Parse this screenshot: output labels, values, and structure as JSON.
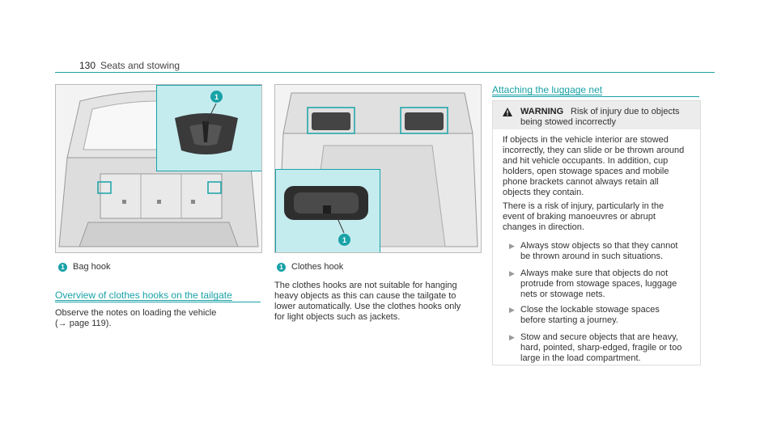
{
  "header": {
    "page_number": "130",
    "title": "Seats and stowing"
  },
  "figure1": {
    "callout": "1"
  },
  "figure2": {
    "callout": "1"
  },
  "left_col": {
    "legend_num": "1",
    "legend_text": "Bag hook",
    "heading": "Overview of clothes hooks on the tailgate",
    "body_line1": "Observe the notes on loading the vehicle",
    "body_line2": "(→ page 119)."
  },
  "mid_col": {
    "legend_num": "1",
    "legend_text": "Clothes hook",
    "body": [
      "The clothes hooks are not suitable for hanging",
      "heavy objects as this can cause the tailgate to",
      "lower automatically. Use the clothes hooks only",
      "for light objects such as jackets."
    ]
  },
  "right_col": {
    "heading": "Attaching the luggage net",
    "warning": {
      "label": "WARNING",
      "title_line1": "Risk of injury due to objects",
      "title_line2": "being stowed incorrectly",
      "para1": [
        "If objects in the vehicle interior are stowed",
        "incorrectly, they can slide or be thrown around",
        "and hit vehicle occupants. In addition, cup",
        "holders, open stowage spaces and mobile",
        "phone brackets cannot always retain all",
        "objects they contain."
      ],
      "para2": [
        "There is a risk of injury, particularly in the",
        "event of braking manoeuvres or abrupt",
        "changes in direction."
      ],
      "bullets": [
        [
          "Always stow objects so that they cannot",
          "be thrown around in such situations."
        ],
        [
          "Always make sure that objects do not",
          "protrude from stowage spaces, luggage",
          "nets or stowage nets."
        ],
        [
          "Close the lockable stowage spaces",
          "before starting a journey."
        ],
        [
          "Stow and secure objects that are heavy,",
          "hard, pointed, sharp-edged, fragile or too",
          "large in the load compartment."
        ]
      ]
    }
  },
  "colors": {
    "accent": "#19a2a7",
    "inset_bg": "#c4ecef"
  }
}
